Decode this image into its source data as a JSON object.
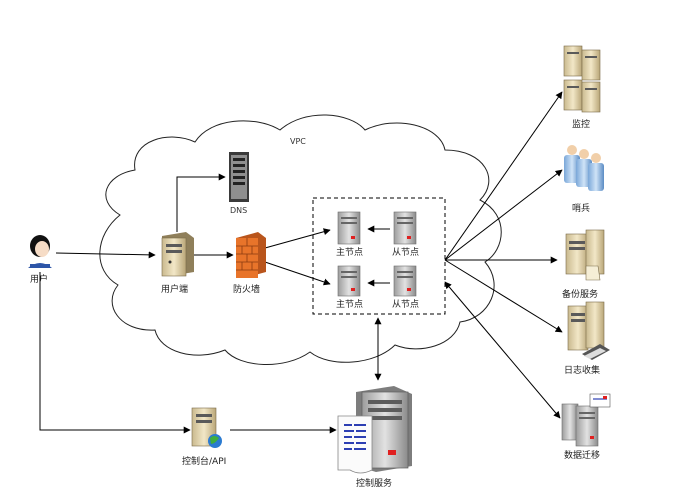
{
  "labels": {
    "vpc": "VPC",
    "dns": "DNS",
    "user": "用户",
    "client": "用户端",
    "firewall": "防火墙",
    "master1": "主节点",
    "slave1": "从节点",
    "master2": "主节点",
    "slave2": "从节点",
    "console": "控制台/API",
    "control_service": "控制服务",
    "monitor": "监控",
    "sentinel": "哨兵",
    "backup": "备份服务",
    "log": "日志收集",
    "migration": "数据迁移"
  },
  "icons": {
    "user": "user-icon",
    "dns": "dns-server-icon",
    "client": "client-server-icon",
    "firewall": "firewall-icon",
    "node": "server-node-icon",
    "console": "web-server-icon",
    "control_service": "control-server-icon",
    "monitor": "monitor-servers-icon",
    "sentinel": "sentinel-people-icon",
    "backup": "backup-server-icon",
    "log": "log-server-icon",
    "migration": "migration-server-icon"
  },
  "colors": {
    "firewall": "#e8742a",
    "server_beige": "#e9dcb8",
    "server_gray": "#c9c9c9",
    "accent_red": "#e02020"
  }
}
